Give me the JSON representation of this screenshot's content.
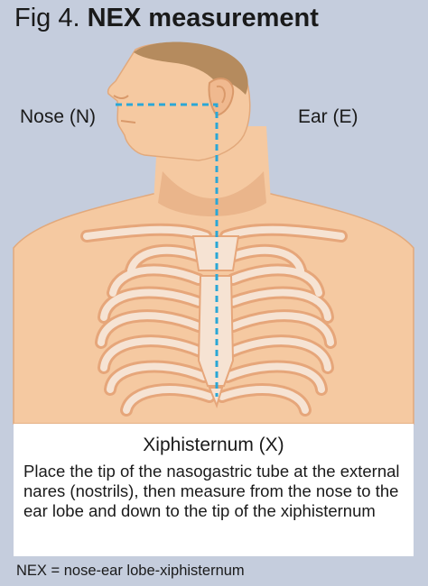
{
  "figure": {
    "number_label": "Fig 4.",
    "title": "NEX measurement"
  },
  "labels": {
    "nose": "Nose (N)",
    "ear": "Ear (E)",
    "xiphisternum": "Xiphisternum (X)"
  },
  "instruction": "Place the tip of the nasogastric tube at the external nares (nostrils), then measure from the nose to the ear lobe and down to the tip of the xiphisternum",
  "footnote": "NEX = nose-ear lobe-xiphisternum",
  "colors": {
    "background": "#c5cddd",
    "skin": "#f5c9a1",
    "skin_outline": "#e2a97c",
    "hair": "#b58b5e",
    "bone": "#f6e3d3",
    "bone_outline": "#e6a67a",
    "measure_line": "#2aa7d6",
    "caption_bg": "#ffffff"
  }
}
